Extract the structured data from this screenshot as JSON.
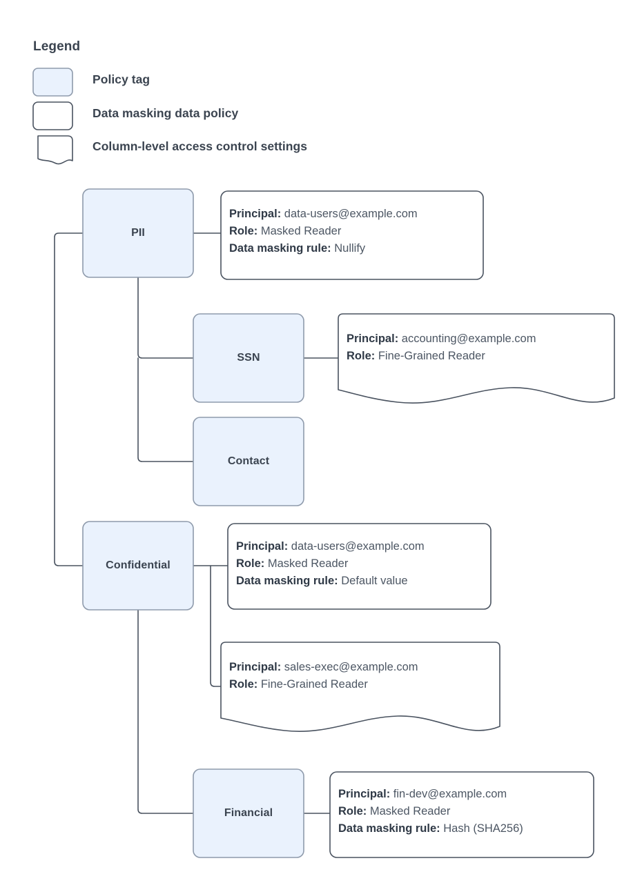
{
  "legend": {
    "title": "Legend",
    "items": [
      {
        "key": "policy-tag",
        "label": "Policy tag",
        "shape": "rounded-rect-filled"
      },
      {
        "key": "masking-policy",
        "label": "Data masking data policy",
        "shape": "rounded-rect"
      },
      {
        "key": "column-acl",
        "label": "Column-level access control settings",
        "shape": "torn-document"
      }
    ]
  },
  "colors": {
    "tag_fill": "#eaf2fd",
    "tag_stroke": "#8e9aab",
    "box_stroke": "#49525f",
    "line": "#49525f",
    "text_bold": "#2f3946",
    "text_normal": "#4c5663",
    "heading": "#3b4450",
    "background": "#ffffff"
  },
  "labels": {
    "principal": "Principal:",
    "role": "Role:",
    "masking_rule": "Data masking rule:"
  },
  "nodes": [
    {
      "id": "pii",
      "label": "PII",
      "type": "policy-tag"
    },
    {
      "id": "ssn",
      "label": "SSN",
      "type": "policy-tag"
    },
    {
      "id": "contact",
      "label": "Contact",
      "type": "policy-tag"
    },
    {
      "id": "confidential",
      "label": "Confidential",
      "type": "policy-tag"
    },
    {
      "id": "financial",
      "label": "Financial",
      "type": "policy-tag"
    }
  ],
  "details": {
    "pii": {
      "shape": "masking-policy",
      "principal": "data-users@example.com",
      "role": "Masked Reader",
      "masking_rule": "Nullify"
    },
    "ssn": {
      "shape": "column-acl",
      "principal": "accounting@example.com",
      "role": "Fine-Grained Reader",
      "masking_rule": null
    },
    "confidential": {
      "shape": "masking-policy",
      "principal": "data-users@example.com",
      "role": "Masked Reader",
      "masking_rule": "Default value"
    },
    "confidential_acl": {
      "shape": "column-acl",
      "principal": "sales-exec@example.com",
      "role": "Fine-Grained Reader",
      "masking_rule": null
    },
    "financial": {
      "shape": "masking-policy",
      "principal": "fin-dev@example.com",
      "role": "Masked Reader",
      "masking_rule": "Hash (SHA256)"
    }
  },
  "hierarchy": {
    "roots": [
      "pii",
      "confidential"
    ],
    "pii_children": [
      "ssn",
      "contact"
    ],
    "confidential_children": [
      "financial"
    ]
  }
}
